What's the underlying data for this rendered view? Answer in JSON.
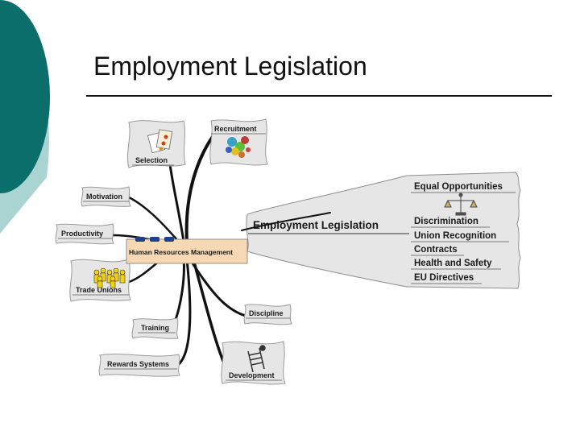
{
  "slide": {
    "title": "Employment Legislation",
    "colors": {
      "arc_dark": "#0b6e6b",
      "arc_light": "#a9d4d2",
      "panel_fill": "#e6e6e6",
      "center_fill": "#f6d9b4",
      "center_bar": "#1f3f8f",
      "title_rule": "#111111"
    }
  },
  "mindmap": {
    "center": {
      "label": "Human Resources Management"
    },
    "branches": {
      "recruitment": "Recruitment",
      "selection": "Selection",
      "motivation": "Motivation",
      "productivity": "Productivity",
      "trade_unions": "Trade Unions",
      "discipline": "Discipline",
      "training": "Training",
      "rewards": "Rewards Systems",
      "development": "Development"
    },
    "legislation": {
      "label": "Employment Legislation",
      "items": [
        "Equal Opportunities",
        "Discrimination",
        "Union Recognition",
        "Contracts",
        "Health and Safety",
        "EU Directives"
      ]
    },
    "icons": [
      "documents-icon",
      "people-icon",
      "trade-unions-icon",
      "ladder-icon",
      "scales-icon"
    ]
  }
}
